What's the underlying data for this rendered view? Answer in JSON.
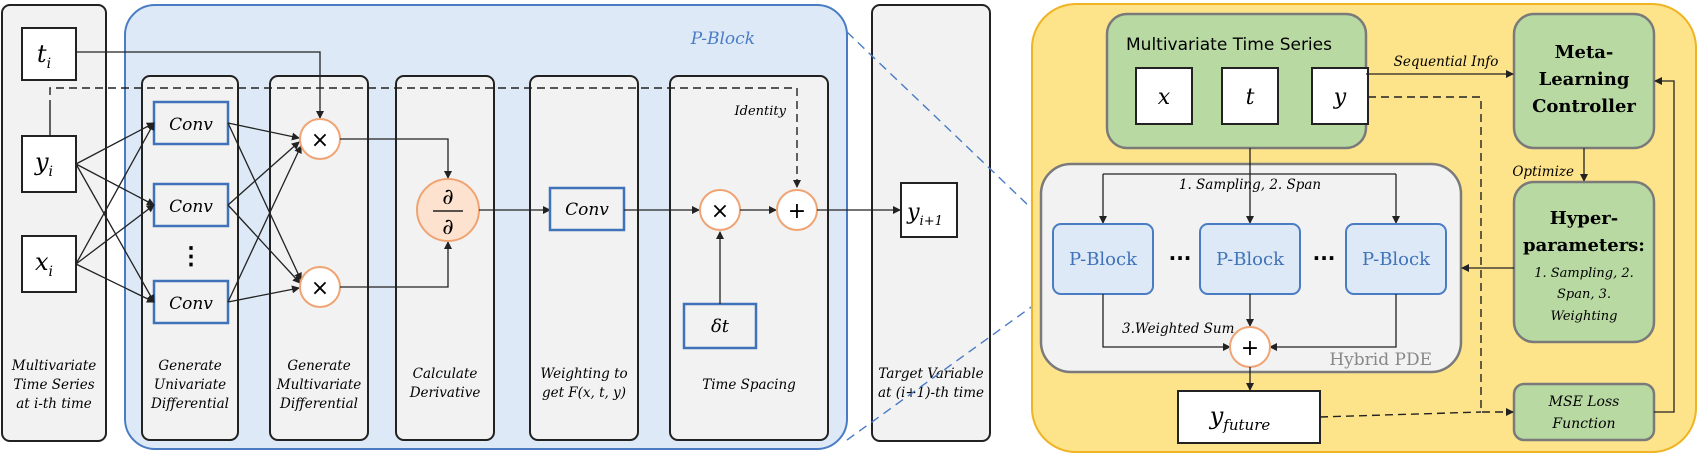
{
  "pblock_title": "P-Block",
  "inputs": {
    "t": "t",
    "y": "y",
    "x": "x",
    "sub_i": "i"
  },
  "conv": "Conv",
  "dots": "⋮",
  "ops": {
    "mul": "×",
    "add": "+",
    "deriv": "∂"
  },
  "identity": "Identity",
  "delta_t": "δt",
  "output": {
    "y": "y",
    "sub": "i+1"
  },
  "stage_labels": {
    "input": [
      "Multivariate",
      "Time Series",
      "at i-th time"
    ],
    "univariate": [
      "Generate",
      "Univariate",
      "Differential"
    ],
    "multivariate": [
      "Generate",
      "Multivariate",
      "Differential"
    ],
    "derivative": [
      "Calculate",
      "Derivative"
    ],
    "weighting": [
      "Weighting to",
      "get F(x, t, y)"
    ],
    "spacing": [
      "Time Spacing"
    ],
    "target": [
      "Target Variable",
      "at (i+1)-th time"
    ]
  },
  "right": {
    "mts_title": "Multivariate Time Series",
    "mts_vars": [
      "x",
      "t",
      "y"
    ],
    "sequential_info": "Sequential Info",
    "meta": [
      "Meta-",
      "Learning",
      "Controller"
    ],
    "optimize": "Optimize",
    "hyper_title": [
      "Hyper-",
      "parameters:"
    ],
    "hyper_sub": [
      "1. Sampling, 2.",
      "Span, 3.",
      "Weighting"
    ],
    "sampling_span": "1. Sampling, 2. Span",
    "pblock": "P-Block",
    "ellipsis": "···",
    "weighted_sum": "3.Weighted Sum",
    "hybrid_pde": "Hybrid PDE",
    "y_future": {
      "y": "y",
      "sub": "future"
    },
    "mse": [
      "MSE Loss",
      "Function"
    ]
  },
  "colors": {
    "pblock_fill": "#dde9f6",
    "pblock_stroke": "#4a7cc4",
    "panel_fill": "#f2f2f2",
    "yellow_fill": "#fde48a",
    "yellow_stroke": "#f0b323",
    "green_fill": "#b9d9a3",
    "green_stroke": "#7a7a7a",
    "orange_fill": "#fde3cf",
    "orange_stroke": "#f0a473",
    "conv_stroke": "#3f72b9"
  }
}
